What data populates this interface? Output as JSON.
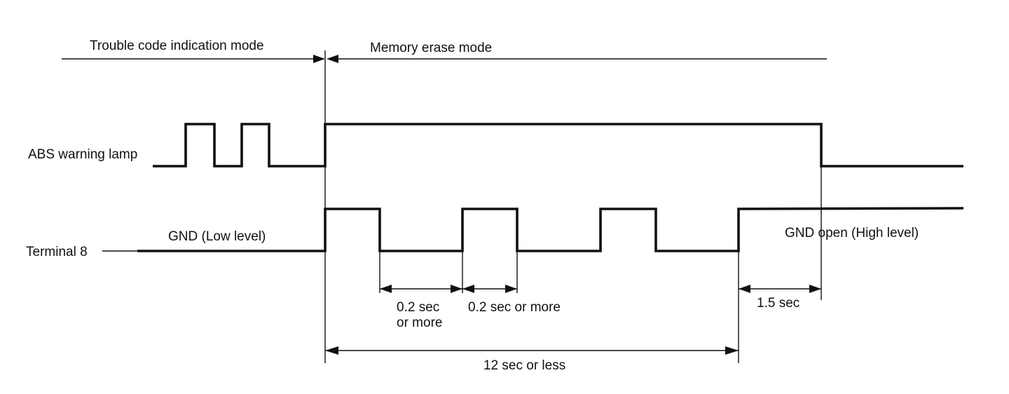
{
  "modes": {
    "trouble_code": "Trouble code indication mode",
    "memory_erase": "Memory erase mode"
  },
  "signals": {
    "abs_lamp": "ABS warning lamp",
    "terminal": "Terminal 8"
  },
  "levels": {
    "gnd_low": "GND (Low level)",
    "gnd_open": "GND open (High level)"
  },
  "timings": {
    "low_min_line1": "0.2 sec",
    "low_min_line2": "or more",
    "high_min": "0.2 sec or more",
    "delay": "1.5 sec",
    "total": "12 sec or less"
  }
}
